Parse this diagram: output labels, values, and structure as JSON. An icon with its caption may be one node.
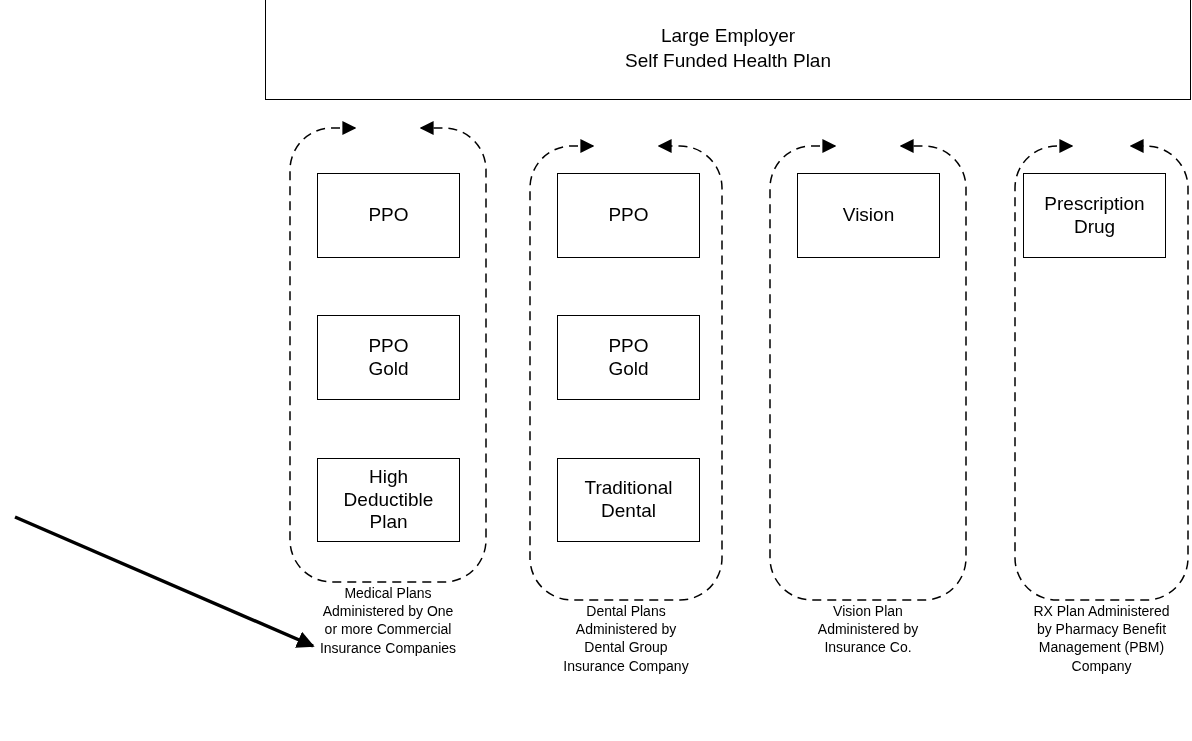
{
  "diagram": {
    "nodes": [
      {
        "text": [
          "Large Employer",
          "Self Funded Health Plan"
        ]
      },
      {
        "text": [],
        "shape": "box",
        "beside": [
          "Medical Plans Administered by One or more Commercial Insurance Companies"
        ]
      },
      {
        "text": [
          "PPO"
        ],
        "in": 1
      },
      {
        "text": [
          "PPO Gold"
        ],
        "in": 1
      },
      {
        "text": [
          "High Deductible Plan"
        ],
        "in": 1
      },
      {
        "text": [],
        "shape": "box",
        "beside": [
          "Dental Plans Administered by Dental Group Insurance Company"
        ]
      },
      {
        "text": [
          "PPO"
        ],
        "in": 5
      },
      {
        "text": [
          "PPO Gold"
        ],
        "in": 5
      },
      {
        "text": [
          "Traditional Dental"
        ],
        "in": 5
      },
      {
        "text": [],
        "shape": "box",
        "beside": [
          "Vision Plan Administered by Insurance Co."
        ]
      },
      {
        "text": [
          "Vision"
        ],
        "in": 9
      },
      {
        "text": [],
        "shape": "box",
        "beside": [
          "RX Plan Administered by Pharmacy Benefit Management (PBM) Company"
        ]
      },
      {
        "text": [
          "Prescription Drug"
        ],
        "in": 11
      }
    ],
    "edges": [
      {
        "from": null,
        "to": 1,
        "arrow": "to"
      }
    ]
  }
}
